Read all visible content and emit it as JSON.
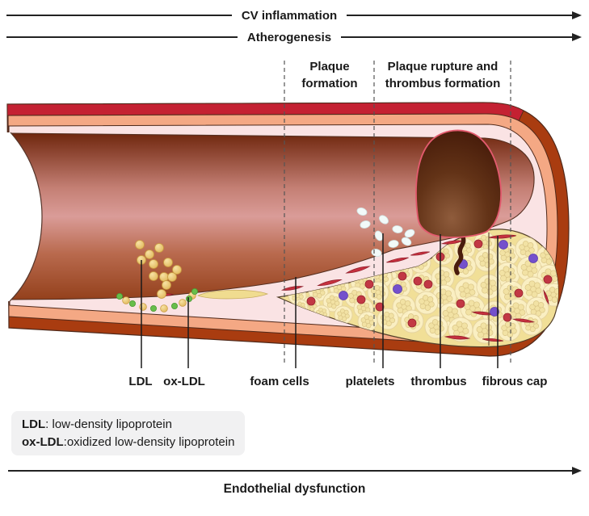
{
  "header": {
    "arrow1_label": "CV inflammation",
    "arrow2_label": "Atherogenesis",
    "phase1": {
      "line1": "Plaque",
      "line2": "formation"
    },
    "phase2": {
      "line1": "Plaque rupture and",
      "line2": "thrombus formation"
    }
  },
  "part_labels": {
    "ldl": "LDL",
    "ox_ldl": "ox-LDL",
    "foam_cells": "foam cells",
    "platelets": "platelets",
    "thrombus": "thrombus",
    "fibrous_cap": "fibrous cap"
  },
  "legend": {
    "line1": {
      "term": "LDL",
      "definition": ": low-density lipoprotein"
    },
    "line2": {
      "term": "ox-LDL",
      "definition": ":oxidized low-density lipoprotein"
    }
  },
  "footer": {
    "arrow_label": "Endothelial dysfunction"
  },
  "colors": {
    "arrow_line": "#222222",
    "outer_adventitia_crimson": "#C42132",
    "outer_wall_rust": "#A93C10",
    "media_salmon": "#F4A884",
    "intima_pink": "#FAE3E4",
    "lumen_dark": "#6E250C",
    "lumen_light": "#DA9C98",
    "plaque_yellow": "#F1DF97",
    "foam_cell_fill": "#FBF2C9",
    "thrombus_dark": "#3F1506",
    "thrombus_light": "#8F5C3C",
    "thrombus_outline": "#E35A6E",
    "ldl_dot": "#E9C46A",
    "ox_ldl_dot": "#67BE4B",
    "red_cell_dot": "#C23844",
    "purple_cell_dot": "#7450CC",
    "spindle_red": "#C5303E",
    "platelet_white": "#F2FAF9",
    "legend_background": "#F1F1F2"
  }
}
